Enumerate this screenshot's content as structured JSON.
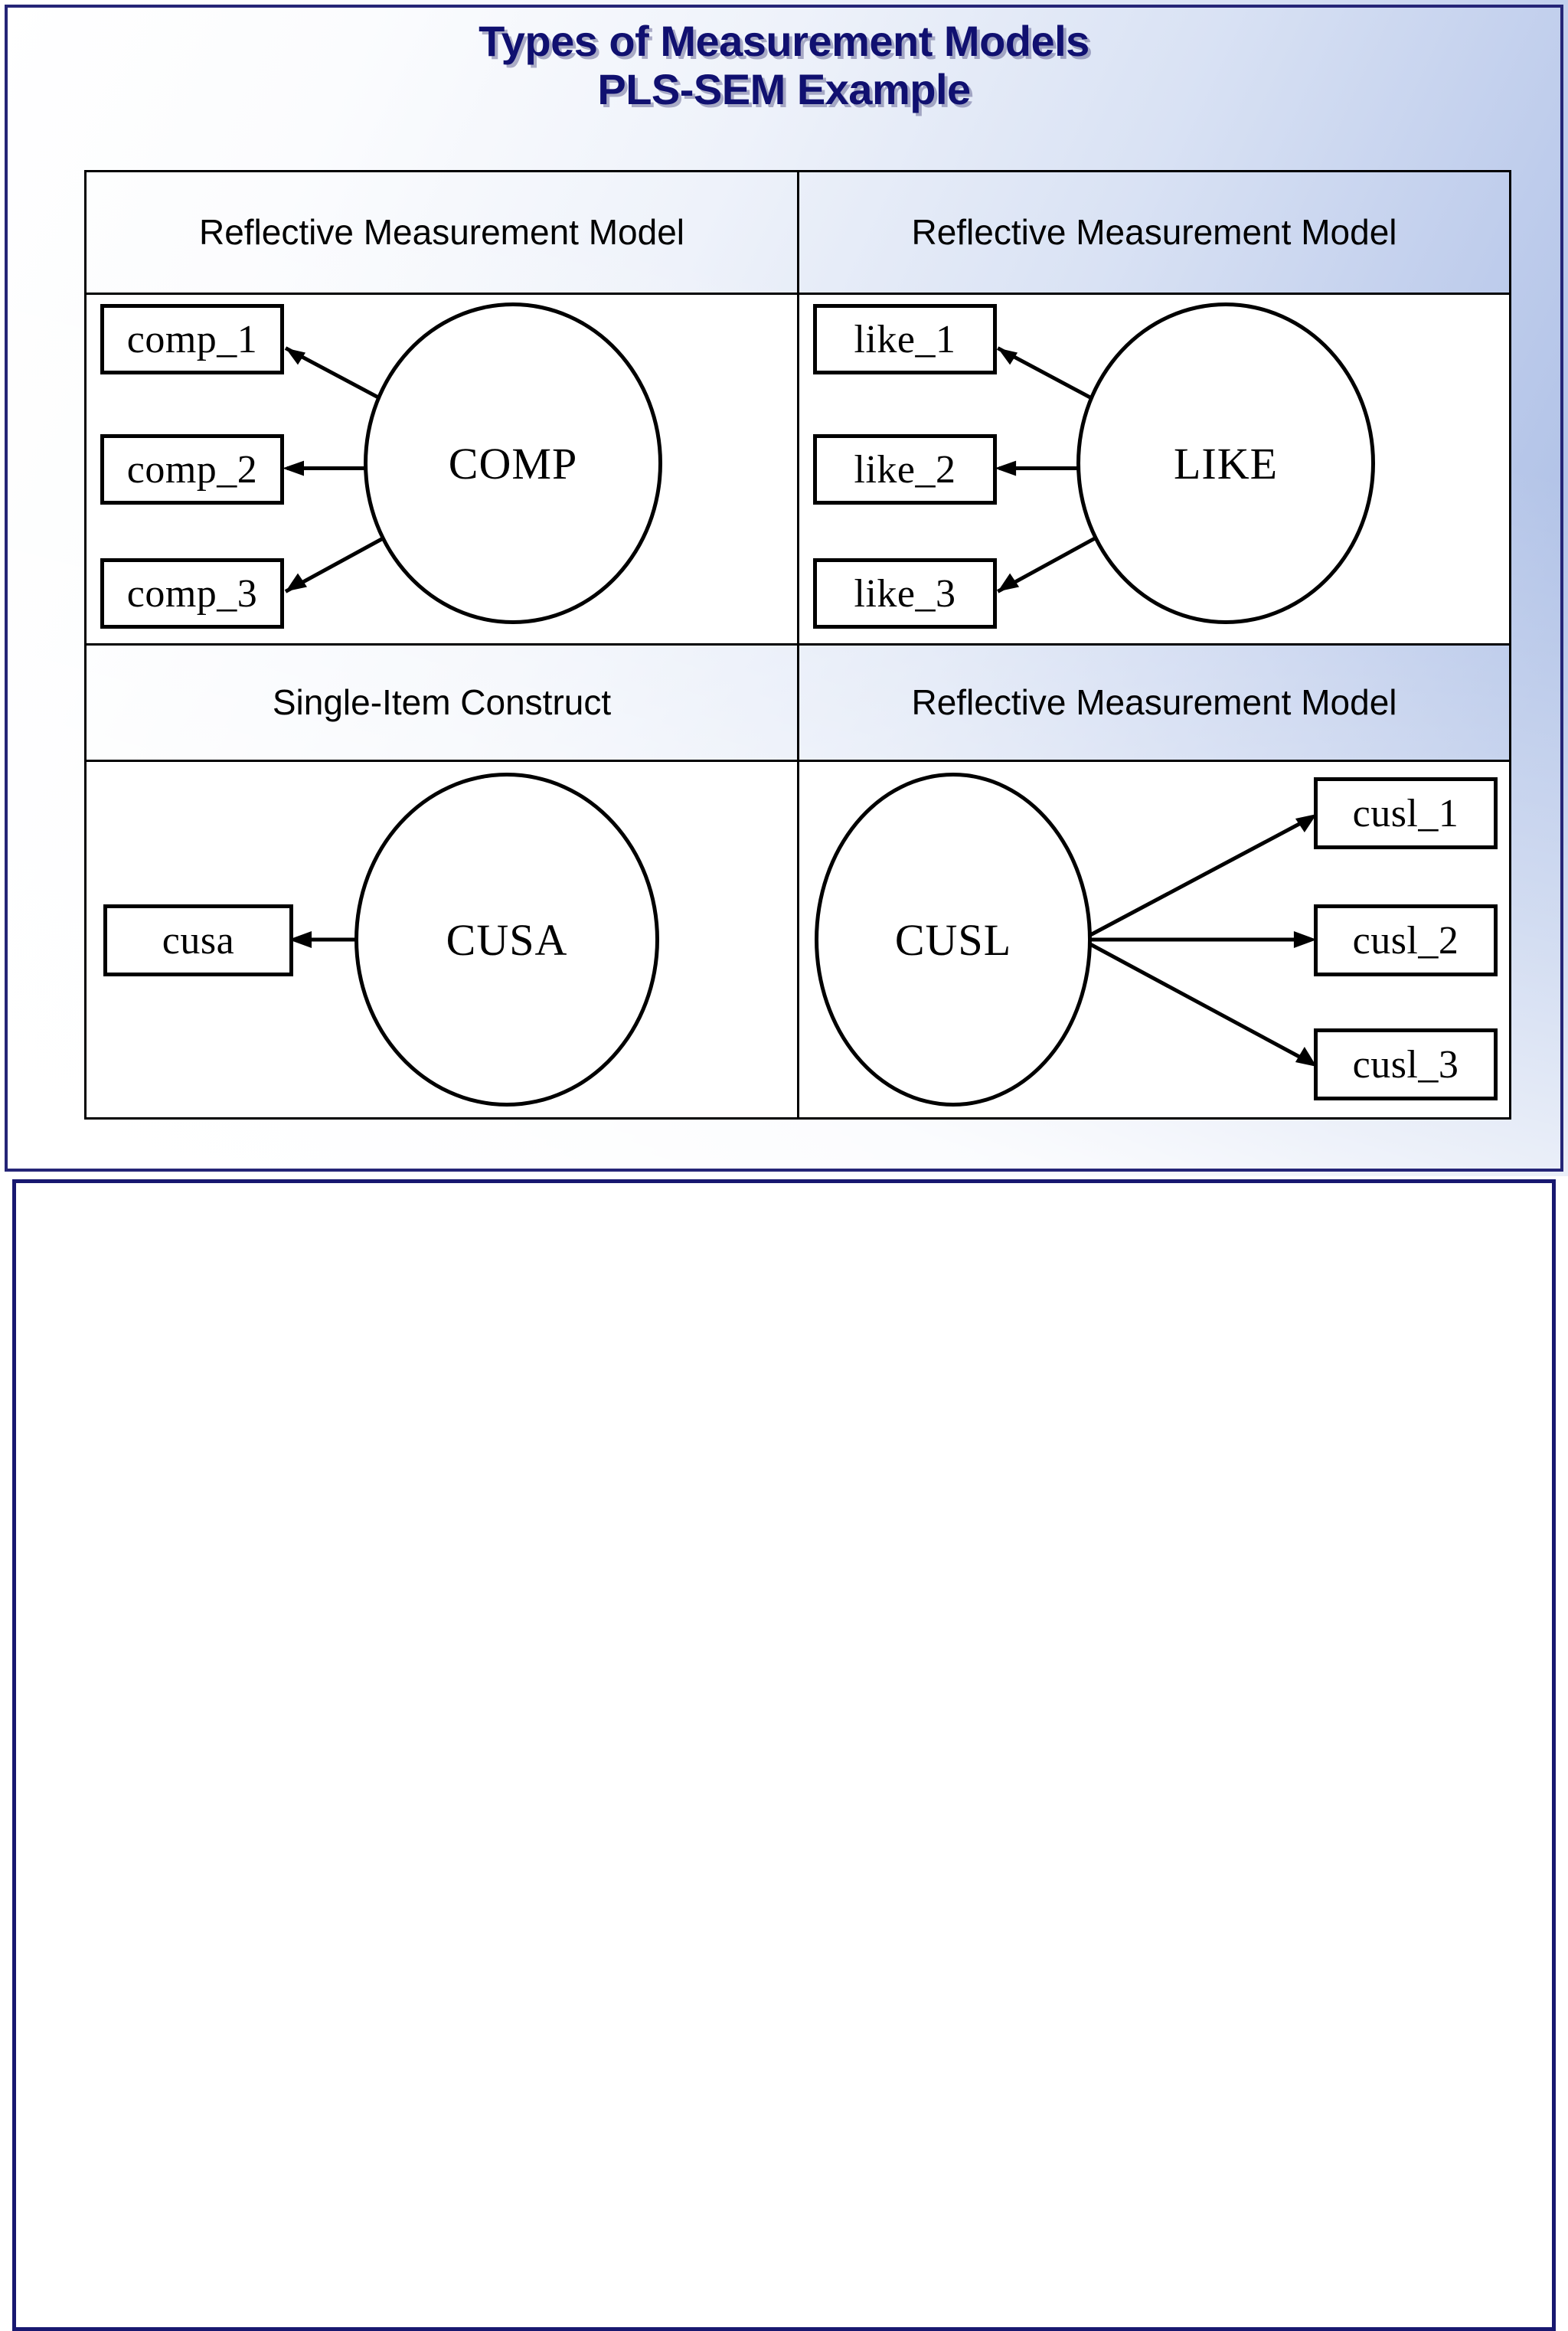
{
  "slide": {
    "title_line1": "Types of Measurement Models",
    "title_line2": "PLS-SEM Example",
    "title_color": "#101070",
    "border_color": "#1c1c74",
    "background_accent": "#aec0e6"
  },
  "matrix": {
    "quadrants": [
      {
        "id": "top-left",
        "header": "Reflective Measurement Model",
        "construct": "COMP",
        "indicators": [
          "comp_1",
          "comp_2",
          "comp_3"
        ],
        "arrow_direction": "construct-to-indicators",
        "indicator_side": "left"
      },
      {
        "id": "top-right",
        "header": "Reflective Measurement Model",
        "construct": "LIKE",
        "indicators": [
          "like_1",
          "like_2",
          "like_3"
        ],
        "arrow_direction": "construct-to-indicators",
        "indicator_side": "left"
      },
      {
        "id": "bottom-left",
        "header": "Single-Item Construct",
        "construct": "CUSA",
        "indicators": [
          "cusa"
        ],
        "arrow_direction": "construct-to-indicators",
        "indicator_side": "left"
      },
      {
        "id": "bottom-right",
        "header": "Reflective Measurement Model",
        "construct": "CUSL",
        "indicators": [
          "cusl_1",
          "cusl_2",
          "cusl_3"
        ],
        "arrow_direction": "construct-to-indicators",
        "indicator_side": "right"
      }
    ]
  }
}
